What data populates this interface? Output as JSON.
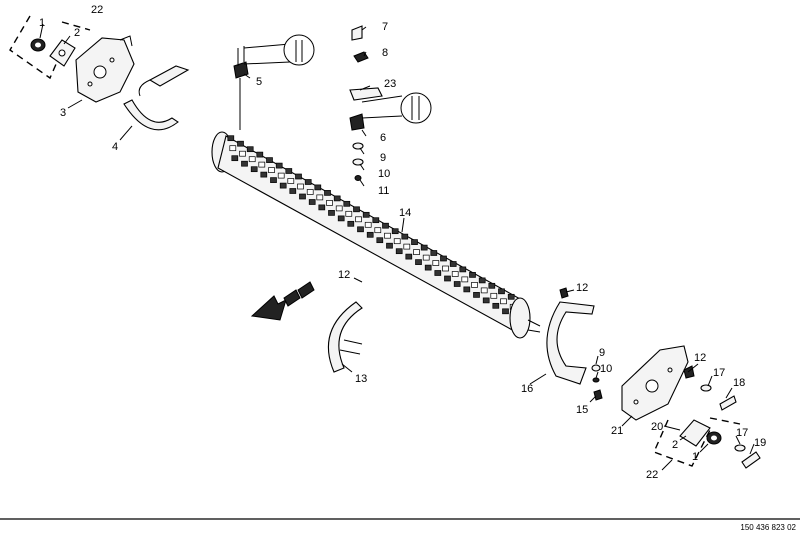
{
  "callouts": [
    {
      "id": "c1a",
      "text": "1"
    },
    {
      "id": "c22a",
      "text": "22"
    },
    {
      "id": "c2a",
      "text": "2"
    },
    {
      "id": "c3",
      "text": "3"
    },
    {
      "id": "c4",
      "text": "4"
    },
    {
      "id": "c5",
      "text": "5"
    },
    {
      "id": "c7",
      "text": "7"
    },
    {
      "id": "c8",
      "text": "8"
    },
    {
      "id": "c23",
      "text": "23"
    },
    {
      "id": "c6",
      "text": "6"
    },
    {
      "id": "c9a",
      "text": "9"
    },
    {
      "id": "c10a",
      "text": "10"
    },
    {
      "id": "c11",
      "text": "11"
    },
    {
      "id": "c14",
      "text": "14"
    },
    {
      "id": "c12a",
      "text": "12"
    },
    {
      "id": "c12b",
      "text": "12"
    },
    {
      "id": "c13",
      "text": "13"
    },
    {
      "id": "c16",
      "text": "16"
    },
    {
      "id": "c9b",
      "text": "9"
    },
    {
      "id": "c10b",
      "text": "10"
    },
    {
      "id": "c15",
      "text": "15"
    },
    {
      "id": "c12c",
      "text": "12"
    },
    {
      "id": "c17a",
      "text": "17"
    },
    {
      "id": "c18",
      "text": "18"
    },
    {
      "id": "c21",
      "text": "21"
    },
    {
      "id": "c20",
      "text": "20"
    },
    {
      "id": "c2b",
      "text": "2"
    },
    {
      "id": "c1b",
      "text": "1"
    },
    {
      "id": "c17b",
      "text": "17"
    },
    {
      "id": "c19",
      "text": "19"
    },
    {
      "id": "c22b",
      "text": "22"
    }
  ],
  "footer": {
    "drawing_number": "150 436 823 02"
  }
}
